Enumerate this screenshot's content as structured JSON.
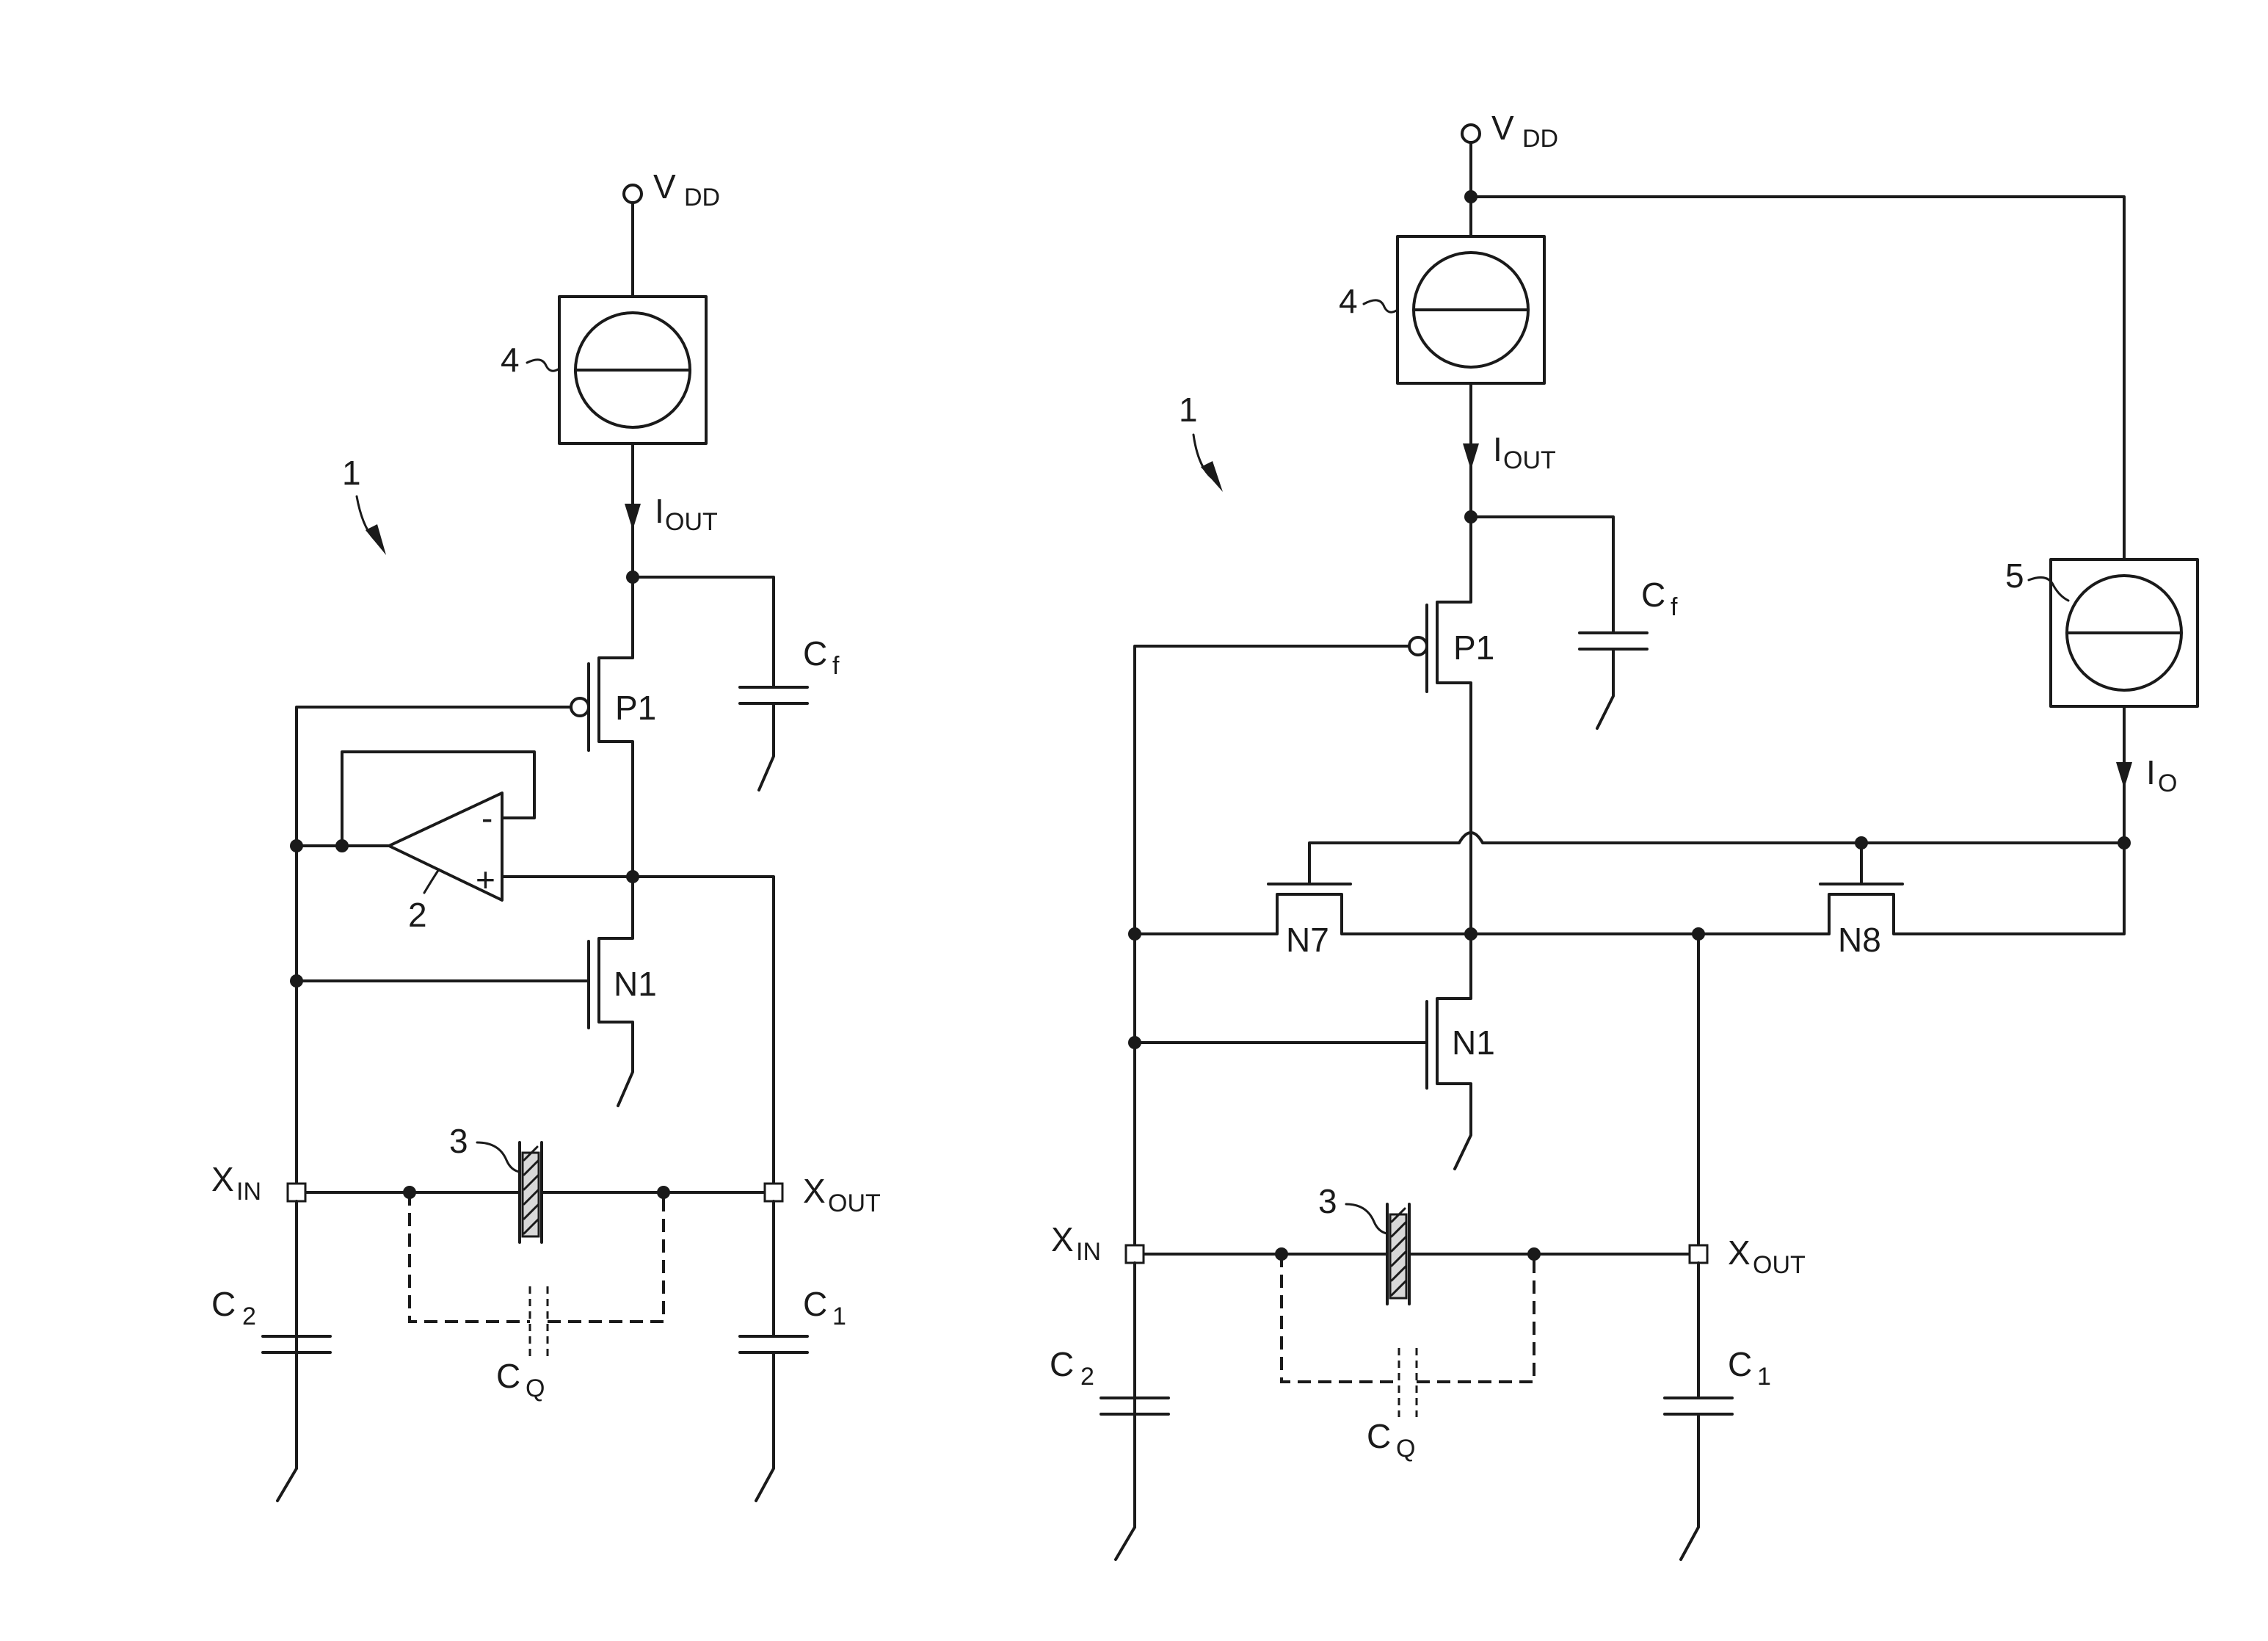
{
  "labels": {
    "vdd": "V",
    "vdd_sub": "DD",
    "iout": "I",
    "iout_sub": "OUT",
    "io": "I",
    "io_sub": "O",
    "cf": "C",
    "cf_sub": "f",
    "c1": "C",
    "c1_sub": "1",
    "c2": "C",
    "c2_sub": "2",
    "cq": "C",
    "cq_sub": "Q",
    "xin": "X",
    "xin_sub": "IN",
    "xout": "X",
    "xout_sub": "OUT",
    "p1": "P1",
    "n1": "N1",
    "n7": "N7",
    "n8": "N8",
    "amp_minus": "-",
    "amp_plus": "+",
    "ref_circuit": "1",
    "ref_amp": "2",
    "ref_crystal": "3",
    "ref_source": "4",
    "ref_source2": "5"
  }
}
